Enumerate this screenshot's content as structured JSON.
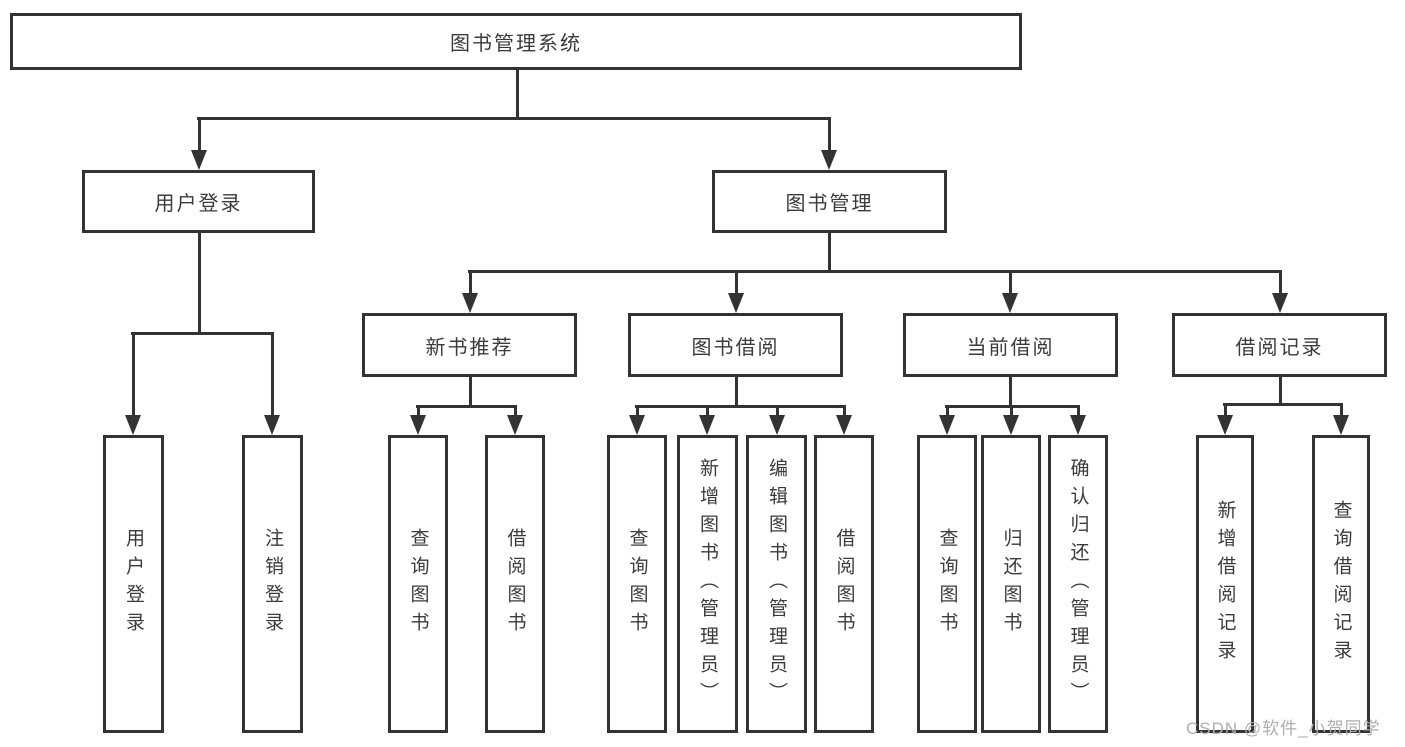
{
  "diagram_type": "hierarchy-tree",
  "colors": {
    "line": "#333333",
    "box_border": "#333333",
    "box_background": "#ffffff",
    "text": "#3b3b3b",
    "watermark_text": "#aeaeae",
    "page_background": "#ffffff"
  },
  "tree": {
    "root": "图书管理系统",
    "branches": [
      {
        "label": "用户登录",
        "children": [
          "用户登录",
          "注销登录"
        ]
      },
      {
        "label": "图书管理",
        "groups": [
          {
            "label": "新书推荐",
            "children": [
              "查询图书",
              "借阅图书"
            ]
          },
          {
            "label": "图书借阅",
            "children": [
              "查询图书",
              "新增图书（管理员）",
              "编辑图书（管理员）",
              "借阅图书"
            ]
          },
          {
            "label": "当前借阅",
            "children": [
              "查询图书",
              "归还图书",
              "确认归还（管理员）"
            ]
          },
          {
            "label": "借阅记录",
            "children": [
              "新增借阅记录",
              "查询借阅记录"
            ]
          }
        ]
      }
    ]
  },
  "watermark": {
    "text": "CSDN @软件_小贺同学"
  }
}
